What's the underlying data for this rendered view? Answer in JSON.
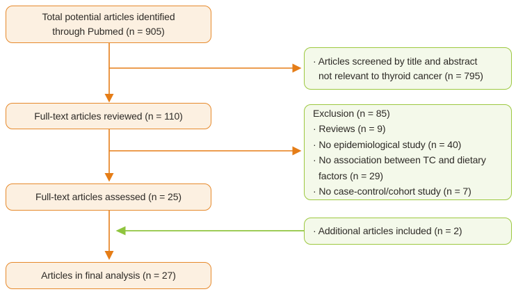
{
  "colors": {
    "orange_border": "#e6892b",
    "orange_fill": "#fcf0e1",
    "orange_arrow": "#e57d17",
    "green_border": "#9cc83f",
    "green_fill": "#f4f9ea",
    "green_arrow": "#8fc43e",
    "text": "#2d2a26"
  },
  "flow": {
    "identified": {
      "lines": [
        "Total potential articles identified",
        "through Pubmed (n = 905)"
      ]
    },
    "screened": {
      "lines": [
        "· Articles screened by title and abstract",
        "not relevant to thyroid cancer (n = 795)"
      ]
    },
    "reviewed": {
      "label": "Full-text articles reviewed (n = 110)"
    },
    "exclusion": {
      "lines": [
        "Exclusion (n = 85)",
        "· Reviews (n = 9)",
        "· No epidemiological study (n = 40)",
        "· No association between TC and dietary",
        "factors (n = 29)",
        "· No case-control/cohort study (n = 7)"
      ]
    },
    "assessed": {
      "label": "Full-text articles assessed (n = 25)"
    },
    "additional": {
      "label": "· Additional articles included (n = 2)"
    },
    "final": {
      "label": "Articles in final analysis (n = 27)"
    }
  }
}
